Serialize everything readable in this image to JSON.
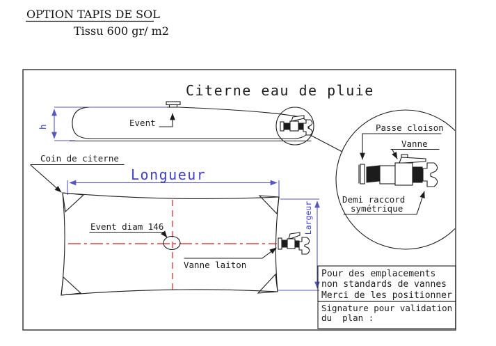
{
  "page": {
    "header": {
      "title": "OPTION TAPIS DE SOL",
      "subtitle": "Tissu 600 gr/ m2"
    },
    "drawing_title": "Citerne eau de pluie"
  },
  "side_view": {
    "event_label": "Event",
    "height_label": "h"
  },
  "plan_view": {
    "corner_label": "Coin de citerne",
    "length_label": "Longueur",
    "width_label": "Largeur",
    "vent_label": "Event diam 146",
    "valve_label": "Vanne laiton"
  },
  "detail_view": {
    "bulkhead_label": "Passe cloison",
    "valve_label": "Vanne",
    "coupling_label_line1": "Demi raccord",
    "coupling_label_line2": "symétrique"
  },
  "notes": {
    "placement_line1": "Pour des emplacements",
    "placement_line2": "non standards de vannes",
    "placement_line3": "Merci de les positionner",
    "signature_line1": "Signature pour validation",
    "signature_line2": "du  plan :"
  },
  "colors": {
    "line": "#1c1c1c",
    "dimension": "#5656bb",
    "dimension_text": "#4040c8",
    "centerline": "#cc2222",
    "frame": "#3c3c3c"
  }
}
